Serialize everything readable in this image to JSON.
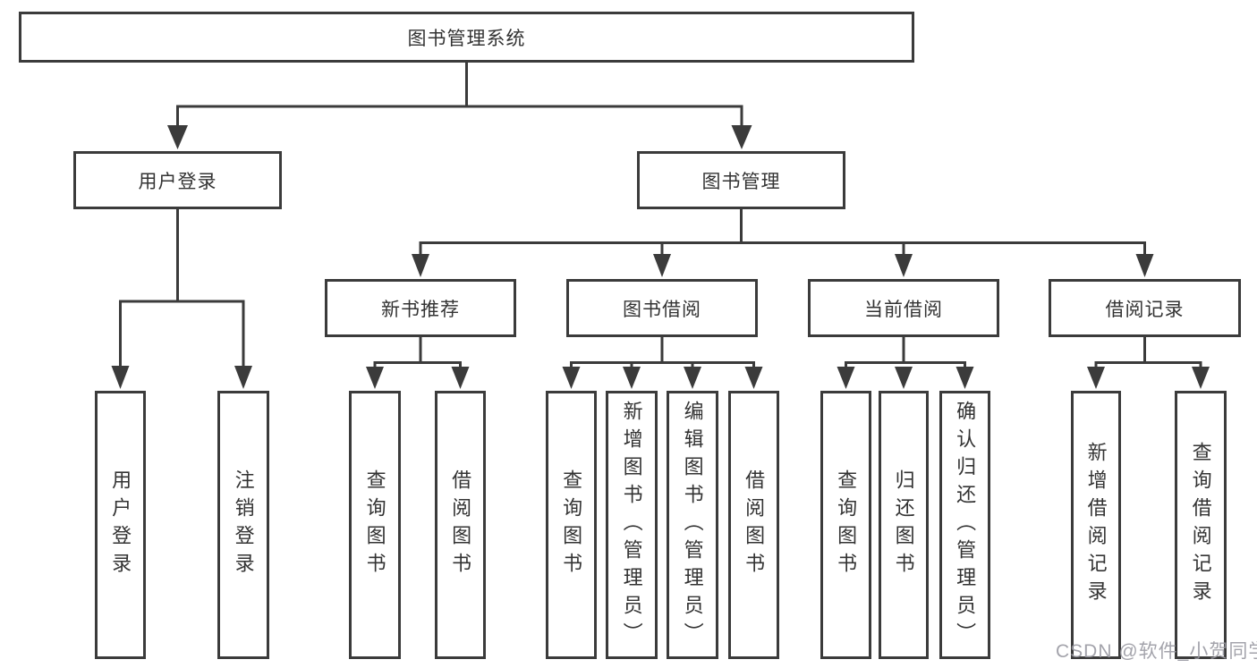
{
  "diagram_title": "图书管理系统",
  "tree": {
    "label": "图书管理系统",
    "children": [
      {
        "label": "用户登录",
        "children": [
          {
            "label": "用户登录"
          },
          {
            "label": "注销登录"
          }
        ]
      },
      {
        "label": "图书管理",
        "children": [
          {
            "label": "新书推荐",
            "children": [
              {
                "label": "查询图书"
              },
              {
                "label": "借阅图书"
              }
            ]
          },
          {
            "label": "图书借阅",
            "children": [
              {
                "label": "查询图书"
              },
              {
                "label": "新增图书（管理员）"
              },
              {
                "label": "编辑图书（管理员）"
              },
              {
                "label": "借阅图书"
              }
            ]
          },
          {
            "label": "当前借阅",
            "children": [
              {
                "label": "查询图书"
              },
              {
                "label": "归还图书"
              },
              {
                "label": "确认归还（管理员）"
              }
            ]
          },
          {
            "label": "借阅记录",
            "children": [
              {
                "label": "新增借阅记录"
              },
              {
                "label": "查询借阅记录"
              }
            ]
          }
        ]
      }
    ]
  },
  "watermark": {
    "text": "CSDN @软件_小贺同学"
  },
  "colors": {
    "line": "#3b3b3b",
    "box_border": "#3b3b3b",
    "box_fill": "#ffffff",
    "text": "#333333",
    "watermark": "#9a9aa2",
    "background": "#ffffff"
  }
}
